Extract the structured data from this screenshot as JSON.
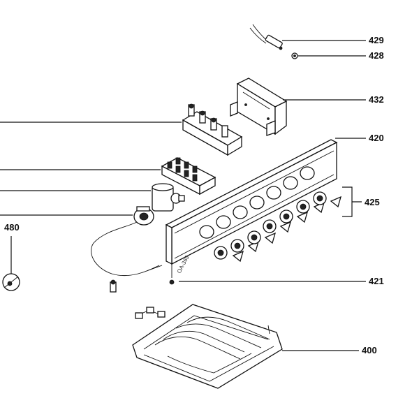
{
  "labels": {
    "l429": "429",
    "l428": "428",
    "l432": "432",
    "l420": "420",
    "l425": "425",
    "l421": "421",
    "l480": "480",
    "l400": "400"
  },
  "panel_code": "OA-369"
}
